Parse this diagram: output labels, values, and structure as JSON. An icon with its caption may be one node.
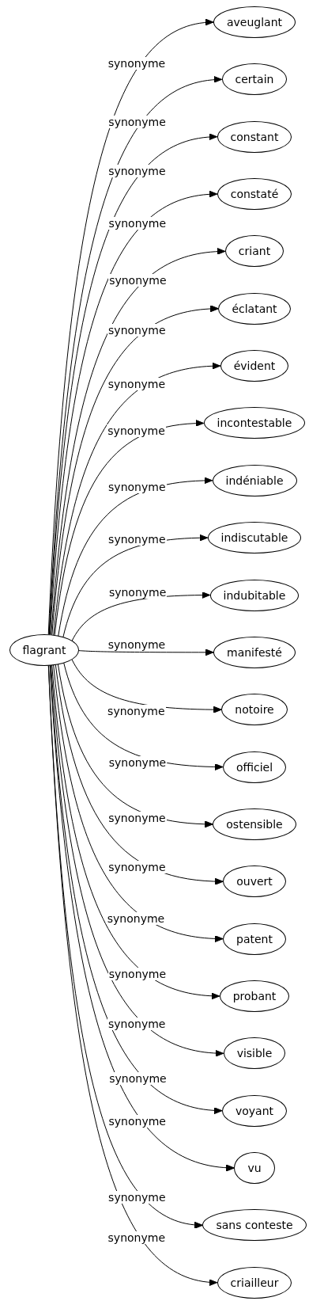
{
  "diagram": {
    "nodes": [
      {
        "text": [
          "flagrant"
        ]
      },
      {
        "text": [
          "aveuglant"
        ]
      },
      {
        "text": [
          "certain"
        ]
      },
      {
        "text": [
          "constant"
        ]
      },
      {
        "text": [
          "constaté"
        ]
      },
      {
        "text": [
          "criant"
        ]
      },
      {
        "text": [
          "éclatant"
        ]
      },
      {
        "text": [
          "évident"
        ]
      },
      {
        "text": [
          "incontestable"
        ]
      },
      {
        "text": [
          "indéniable"
        ]
      },
      {
        "text": [
          "indiscutable"
        ]
      },
      {
        "text": [
          "indubitable"
        ]
      },
      {
        "text": [
          "manifesté"
        ]
      },
      {
        "text": [
          "notoire"
        ]
      },
      {
        "text": [
          "officiel"
        ]
      },
      {
        "text": [
          "ostensible"
        ]
      },
      {
        "text": [
          "ouvert"
        ]
      },
      {
        "text": [
          "patent"
        ]
      },
      {
        "text": [
          "probant"
        ]
      },
      {
        "text": [
          "visible"
        ]
      },
      {
        "text": [
          "voyant"
        ]
      },
      {
        "text": [
          "vu"
        ]
      },
      {
        "text": [
          "sans conteste"
        ]
      },
      {
        "text": [
          "criailleur"
        ]
      }
    ],
    "edges": [
      {
        "from": 0,
        "to": 1,
        "arrow": "to",
        "label": "synonyme"
      },
      {
        "from": 0,
        "to": 2,
        "arrow": "to",
        "label": "synonyme"
      },
      {
        "from": 0,
        "to": 3,
        "arrow": "to",
        "label": "synonyme"
      },
      {
        "from": 0,
        "to": 4,
        "arrow": "to",
        "label": "synonyme"
      },
      {
        "from": 0,
        "to": 5,
        "arrow": "to",
        "label": "synonyme"
      },
      {
        "from": 0,
        "to": 6,
        "arrow": "to",
        "label": "synonyme"
      },
      {
        "from": 0,
        "to": 7,
        "arrow": "to",
        "label": "synonyme"
      },
      {
        "from": 0,
        "to": 8,
        "arrow": "to",
        "label": "synonyme"
      },
      {
        "from": 0,
        "to": 9,
        "arrow": "to",
        "label": "synonyme"
      },
      {
        "from": 0,
        "to": 10,
        "arrow": "to",
        "label": "synonyme"
      },
      {
        "from": 0,
        "to": 11,
        "arrow": "to",
        "label": "synonyme"
      },
      {
        "from": 0,
        "to": 12,
        "arrow": "to",
        "label": "synonyme"
      },
      {
        "from": 0,
        "to": 13,
        "arrow": "to",
        "label": "synonyme"
      },
      {
        "from": 0,
        "to": 14,
        "arrow": "to",
        "label": "synonyme"
      },
      {
        "from": 0,
        "to": 15,
        "arrow": "to",
        "label": "synonyme"
      },
      {
        "from": 0,
        "to": 16,
        "arrow": "to",
        "label": "synonyme"
      },
      {
        "from": 0,
        "to": 17,
        "arrow": "to",
        "label": "synonyme"
      },
      {
        "from": 0,
        "to": 18,
        "arrow": "to",
        "label": "synonyme"
      },
      {
        "from": 0,
        "to": 19,
        "arrow": "to",
        "label": "synonyme"
      },
      {
        "from": 0,
        "to": 20,
        "arrow": "to",
        "label": "synonyme"
      },
      {
        "from": 0,
        "to": 21,
        "arrow": "to",
        "label": "synonyme"
      },
      {
        "from": 0,
        "to": 22,
        "arrow": "to",
        "label": "synonyme"
      },
      {
        "from": 0,
        "to": 23,
        "arrow": "to",
        "label": "synonyme"
      }
    ]
  }
}
